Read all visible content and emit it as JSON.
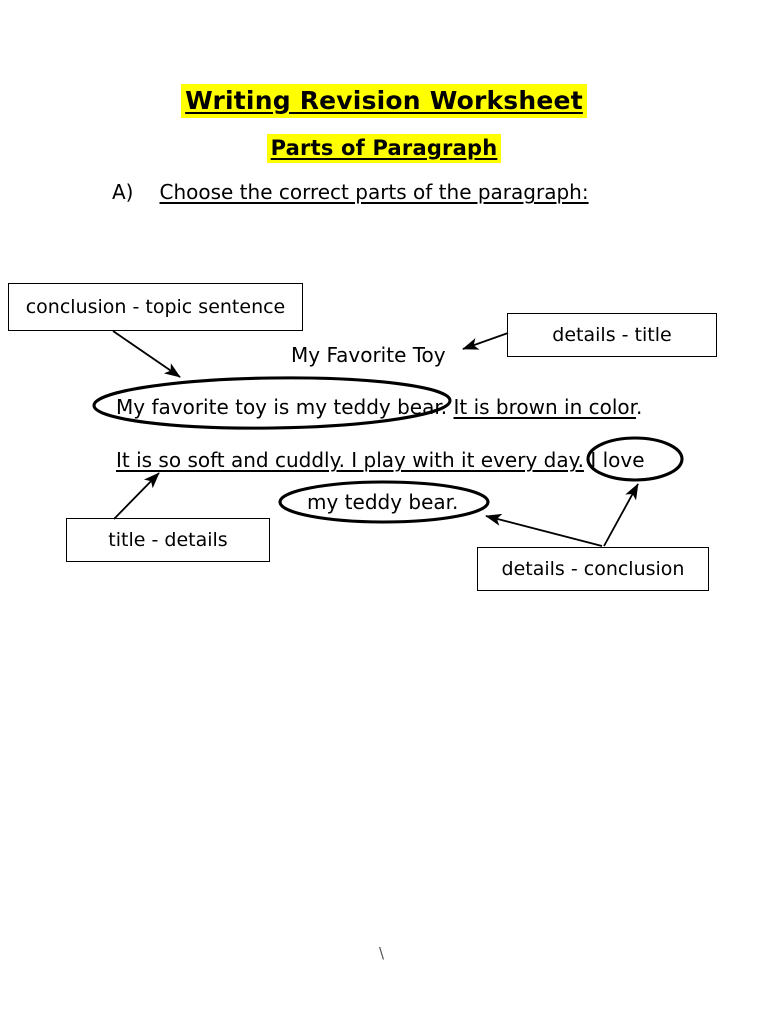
{
  "document": {
    "title": "Writing Revision Worksheet",
    "subtitle": "Parts of Paragraph",
    "highlight_color": "#FFFF00",
    "ink_color": "#000000",
    "stray_mark": "\\"
  },
  "instruction": {
    "marker": "A)",
    "text": "Choose the correct parts of the paragraph:"
  },
  "choice_boxes": [
    {
      "name": "conclusion-topic-sentence",
      "label": "conclusion  -  topic sentence"
    },
    {
      "name": "details-title",
      "label": "details  -  title"
    },
    {
      "name": "title-details",
      "label": "title  -  details"
    },
    {
      "name": "details-conclusion",
      "label": "details  -  conclusion"
    }
  ],
  "paragraph": {
    "title": "My Favorite Toy",
    "line1_circled": "My favorite toy is my teddy bear.",
    "line1_underlined": "It is brown in color",
    "line1_tail": ".",
    "line2_underlined": "It is so soft and cuddly. I play with it every day.",
    "line2_circled": "I love",
    "line3_circled": "my teddy bear."
  },
  "annotations": {
    "ellipses": [
      {
        "name": "ellipse-topic-sentence",
        "targets": "My favorite toy is my teddy bear."
      },
      {
        "name": "ellipse-i-love",
        "targets": "I love"
      },
      {
        "name": "ellipse-my-teddy-bear",
        "targets": "my teddy bear."
      }
    ],
    "arrows": [
      {
        "name": "arrow-conclusion-topic-to-sentence",
        "from": "conclusion - topic sentence",
        "to": "ellipse-topic-sentence"
      },
      {
        "name": "arrow-details-title-to-title",
        "from": "details - title",
        "to": "My Favorite Toy"
      },
      {
        "name": "arrow-title-details-to-line2",
        "from": "title - details",
        "to": "It is so soft and cuddly. I play with it every day."
      },
      {
        "name": "arrow-details-conclusion-to-teddy",
        "from": "details - conclusion",
        "to": "ellipse-my-teddy-bear"
      },
      {
        "name": "arrow-details-conclusion-to-i-love",
        "from": "details - conclusion",
        "to": "ellipse-i-love"
      }
    ]
  }
}
